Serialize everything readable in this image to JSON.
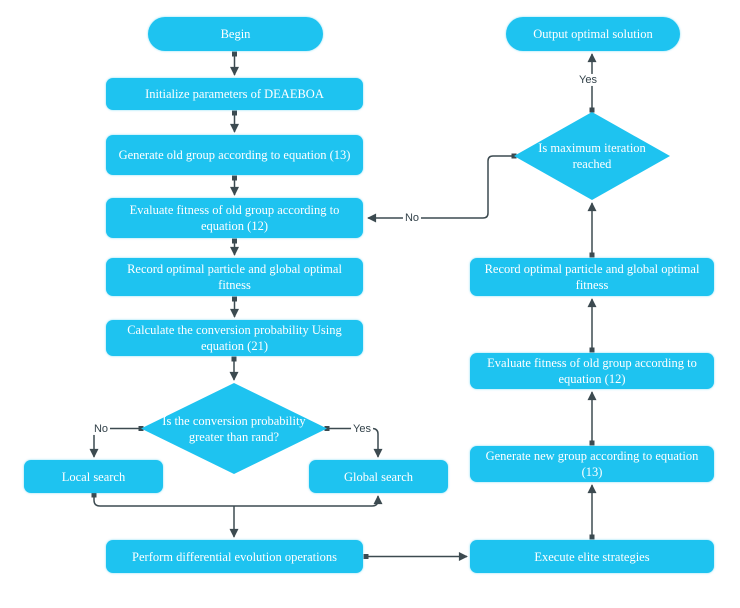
{
  "nodes": {
    "begin": "Begin",
    "initialize": "Initialize parameters of DEAEBOA",
    "generate_old": "Generate old group according to equation (13)",
    "evaluate_old": "Evaluate fitness of old group according to equation (12)",
    "record_left": "Record optimal particle and global optimal fitness",
    "calculate": "Calculate the conversion probability Using equation (21)",
    "conversion_decision": "Is the conversion probability greater than rand?",
    "local_search": "Local search",
    "global_search": "Global search",
    "perform_de": "Perform differential evolution operations",
    "execute_elite": "Execute elite strategies",
    "generate_new": "Generate new group according to equation (13)",
    "evaluate_right": "Evaluate fitness of old group according to equation (12)",
    "record_right": "Record optimal particle and global optimal fitness",
    "iteration_decision": "Is maximum iteration reached",
    "output": "Output optimal solution"
  },
  "edge_labels": {
    "conversion_no": "No",
    "conversion_yes": "Yes",
    "iteration_no": "No",
    "iteration_yes": "Yes"
  },
  "colors": {
    "node_fill": "#1EC3F0",
    "connector": "#3C4A50",
    "node_text": "#FFFFFF",
    "edge_label_text": "#33424A",
    "background": "#FFFFFF"
  }
}
